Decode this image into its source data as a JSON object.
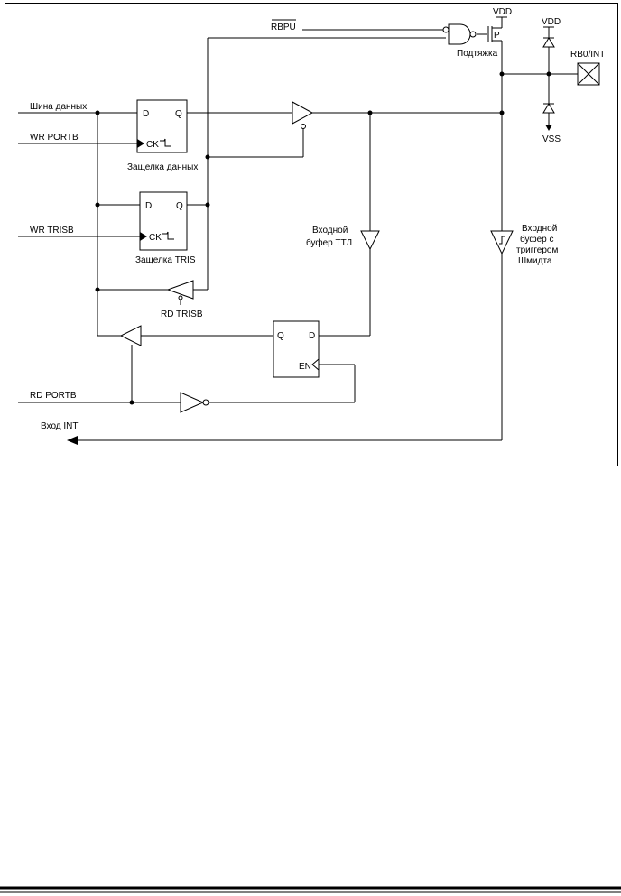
{
  "labels": {
    "rbpu": "RBPU",
    "vdd_p": "VDD",
    "vdd_d": "VDD",
    "vss": "VSS",
    "pin": "RB0/INT",
    "pullup": "Подтяжка",
    "p": "P",
    "data_bus": "Шина данных",
    "wr_portb": "WR PORTB",
    "wr_trisb": "WR TRISB",
    "rd_trisb": "RD TRISB",
    "rd_portb": "RD PORTB",
    "int_in": "Вход INT",
    "data_latch": "Защелка данных",
    "tris_latch": "Защелка TRIS",
    "ttl_l1": "Входной",
    "ttl_l2": "буфер ТТЛ",
    "st_l1": "Входной",
    "st_l2": "буфер с",
    "st_l3": "триггером",
    "st_l4": "Шмидта",
    "ff_d": "D",
    "ff_q": "Q",
    "ff_ck": "CK",
    "ff_en": "EN"
  }
}
